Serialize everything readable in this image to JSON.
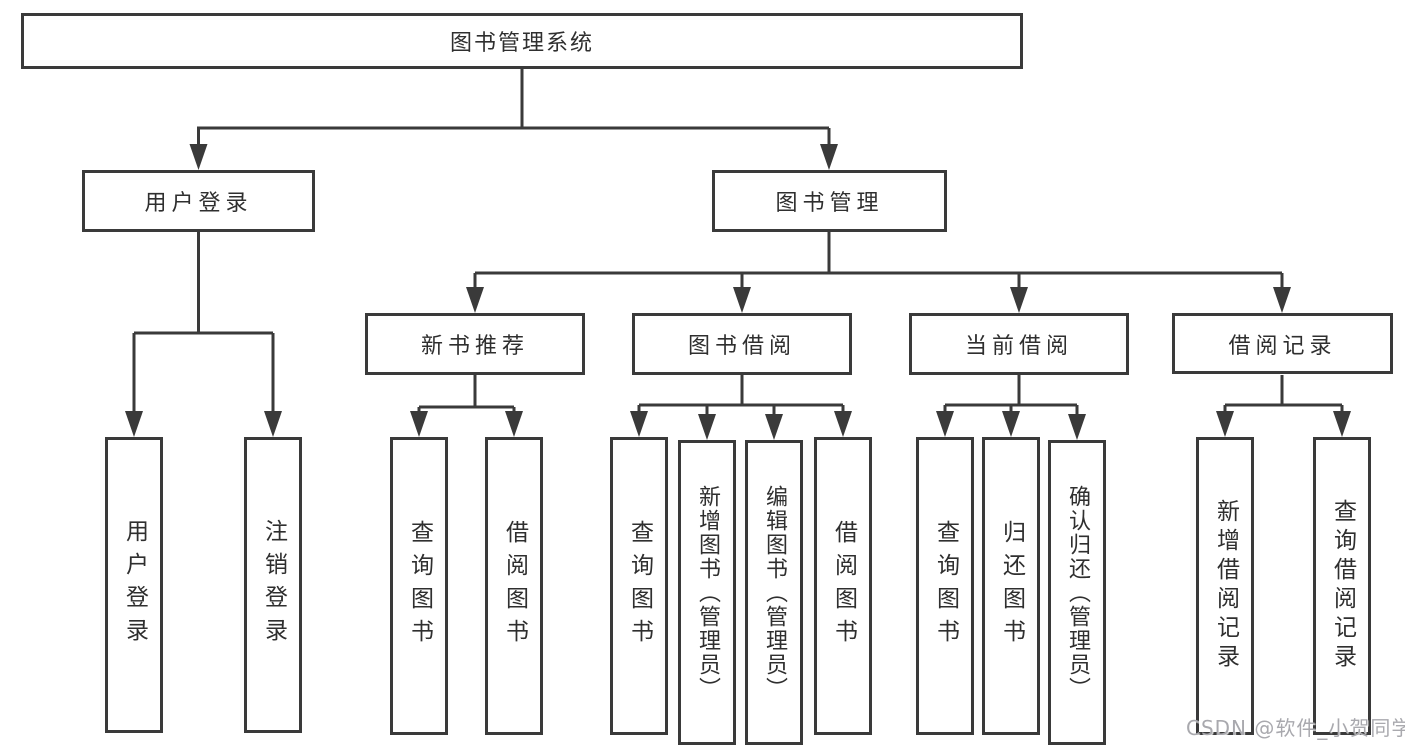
{
  "colors": {
    "line": "#3a3a3a",
    "box_background": "#ffffff",
    "text": "#2f2f2f",
    "watermark": "#a9a9ae"
  },
  "root": {
    "label": "图书管理系统"
  },
  "branches": {
    "user_login": {
      "label": "用户登录",
      "children": [
        {
          "label": "用户登录"
        },
        {
          "label": "注销登录"
        }
      ]
    },
    "book_mgmt": {
      "label": "图书管理",
      "sections": {
        "new_books": {
          "label": "新书推荐",
          "children": [
            {
              "label": "查询图书"
            },
            {
              "label": "借阅图书"
            }
          ]
        },
        "book_borrow": {
          "label": "图书借阅",
          "children": [
            {
              "label": "查询图书"
            },
            {
              "label": "新增图书（管理员）"
            },
            {
              "label": "编辑图书（管理员）"
            },
            {
              "label": "借阅图书"
            }
          ]
        },
        "current_borrow": {
          "label": "当前借阅",
          "children": [
            {
              "label": "查询图书"
            },
            {
              "label": "归还图书"
            },
            {
              "label": "确认归还（管理员）"
            }
          ]
        },
        "borrow_records": {
          "label": "借阅记录",
          "children": [
            {
              "label": "新增借阅记录"
            },
            {
              "label": "查询借阅记录"
            }
          ]
        }
      }
    }
  },
  "watermark": {
    "text": "CSDN @软件_小贺同学"
  }
}
